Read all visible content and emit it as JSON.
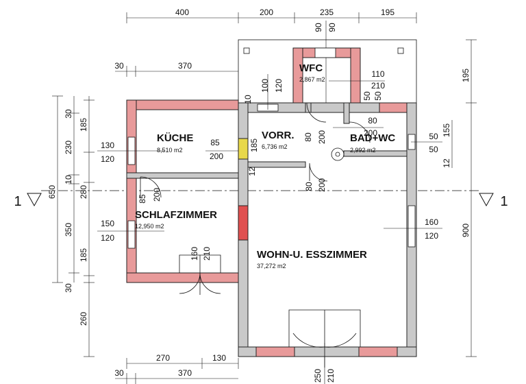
{
  "rooms": {
    "wfc": {
      "name": "WFC",
      "area": "2,867 m2"
    },
    "kueche": {
      "name": "KÜCHE",
      "area": "8,510 m2"
    },
    "vorr": {
      "name": "VORR.",
      "area": "6,736 m2"
    },
    "bad": {
      "name": "BAD+WC",
      "area": "2,992 m2"
    },
    "schlaf": {
      "name": "SCHLAFZIMMER",
      "area": "12,950 m2"
    },
    "wohn": {
      "name": "WOHN-U. ESSZIMMER",
      "area": "37,272 m2"
    }
  },
  "dimensions": {
    "top": [
      "400",
      "200",
      "235",
      "195"
    ],
    "top_vert": [
      "90",
      "90"
    ],
    "row370_top": [
      "30",
      "370"
    ],
    "bottom_row1": [
      "270",
      "130"
    ],
    "bottom_row2": [
      "30",
      "370"
    ],
    "bottom_vert": [
      "250",
      "210"
    ],
    "left_outer": [
      "650"
    ],
    "left_inner": [
      "30",
      "185",
      "230",
      "10",
      "280",
      "350",
      "185",
      "30",
      "260"
    ],
    "right_outer": [
      "900"
    ],
    "right_inner": [
      "195",
      "155",
      "12"
    ],
    "openings": {
      "kueche_win": [
        "130",
        "120"
      ],
      "kueche_door": [
        "85",
        "200"
      ],
      "schlaf_win": [
        "150",
        "120"
      ],
      "wohn_win": [
        "160",
        "120"
      ],
      "bad_win": [
        "50",
        "50"
      ],
      "wfc_win": [
        "110",
        "210"
      ],
      "wfc_side": [
        "50",
        "50"
      ],
      "vorr_win": [
        "100",
        "120"
      ],
      "vorr_door": [
        "185",
        "12"
      ],
      "misc_a": [
        "10"
      ],
      "door_80_200_a": [
        "80",
        "200"
      ],
      "door_80_200_b": [
        "80",
        "200"
      ],
      "door_80_200_c": [
        "80",
        "200"
      ],
      "door_85_200": [
        "85",
        "200"
      ],
      "door_160_210": [
        "160",
        "210"
      ]
    }
  },
  "section": {
    "left_number": "1",
    "right_number": "1"
  }
}
